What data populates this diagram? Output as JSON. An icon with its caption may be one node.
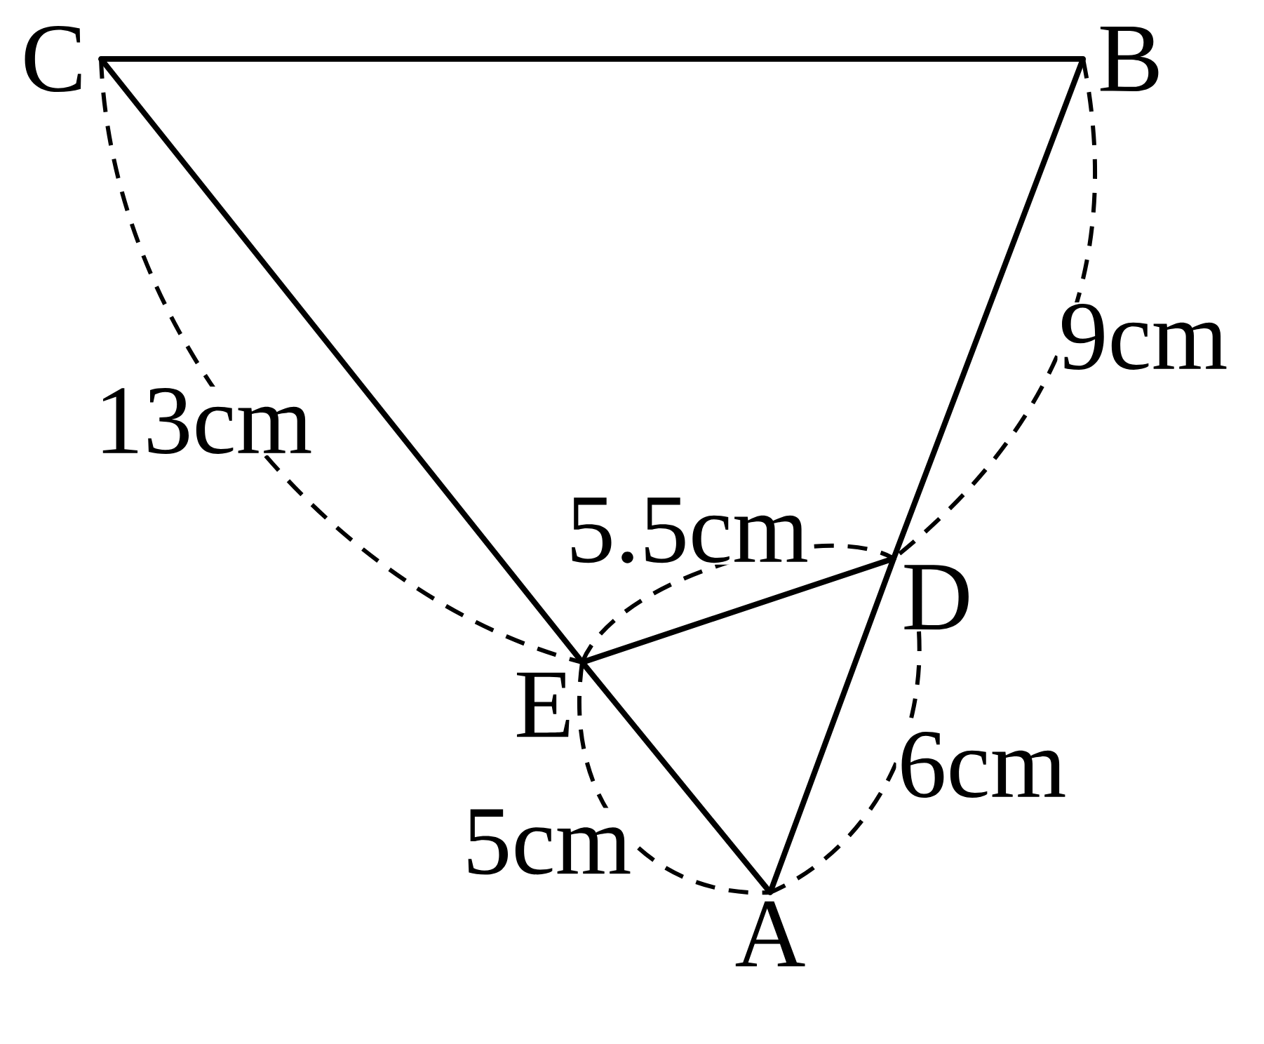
{
  "diagram": {
    "nodes": [
      {
        "text": [
          "C"
        ]
      },
      {
        "text": [
          "B"
        ]
      },
      {
        "text": [
          "D"
        ]
      },
      {
        "text": [
          "E"
        ]
      },
      {
        "text": [
          "A"
        ]
      }
    ],
    "edges": [
      {
        "from": 0,
        "to": 1,
        "arrow": "none"
      },
      {
        "from": 1,
        "to": 2,
        "arrow": "none"
      },
      {
        "from": 2,
        "to": 4,
        "arrow": "none"
      },
      {
        "from": 0,
        "to": 3,
        "arrow": "none"
      },
      {
        "from": 3,
        "to": 4,
        "arrow": "none"
      },
      {
        "from": 3,
        "to": 2,
        "arrow": "none"
      }
    ],
    "labels": [
      "9cm",
      "13cm",
      "5.5cm",
      "6cm",
      "5cm"
    ]
  }
}
